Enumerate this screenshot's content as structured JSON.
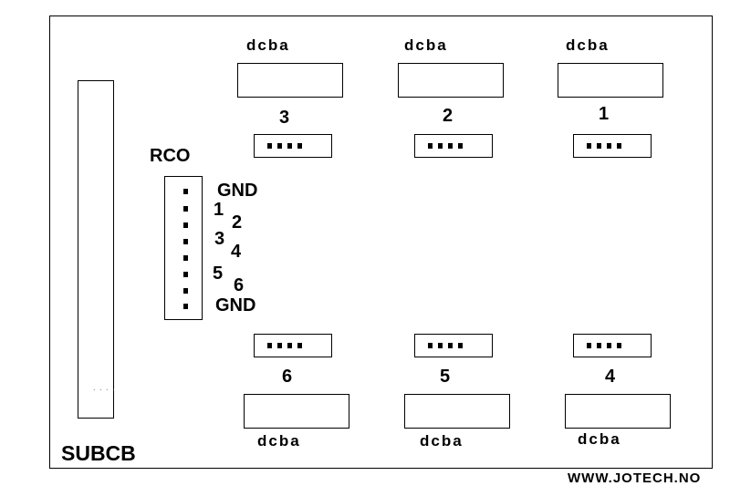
{
  "board": {
    "name": "SUBCB",
    "url": "WWW.JOTECH.NO",
    "bus_dots": ". . . ."
  },
  "rco": {
    "title": "RCO",
    "pins": [
      "GND",
      "1",
      "2",
      "3",
      "4",
      "5",
      "6",
      "GND"
    ]
  },
  "channels": [
    {
      "number": "3",
      "letters": "dcba"
    },
    {
      "number": "2",
      "letters": "dcba"
    },
    {
      "number": "1",
      "letters": "dcba"
    },
    {
      "number": "6",
      "letters": "dcba"
    },
    {
      "number": "5",
      "letters": "dcba"
    },
    {
      "number": "4",
      "letters": "dcba"
    }
  ]
}
